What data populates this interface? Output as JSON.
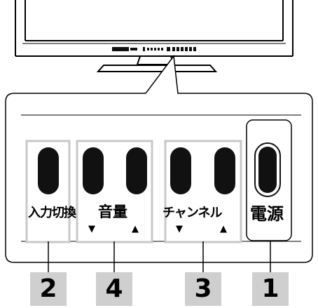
{
  "buttons": [
    {
      "label": "入力切換",
      "number": "2"
    },
    {
      "label": "音量",
      "number": "4",
      "arrows": [
        "▼",
        "▲"
      ]
    },
    {
      "label": "チャンネル",
      "number": "3",
      "arrows": [
        "▼",
        "▲"
      ]
    },
    {
      "label": "電源",
      "number": "1"
    }
  ],
  "colors": {
    "callout_fill": "#cfcfcf",
    "button": "#111111",
    "button_well": "#c8c8c8",
    "line": "#000000"
  }
}
